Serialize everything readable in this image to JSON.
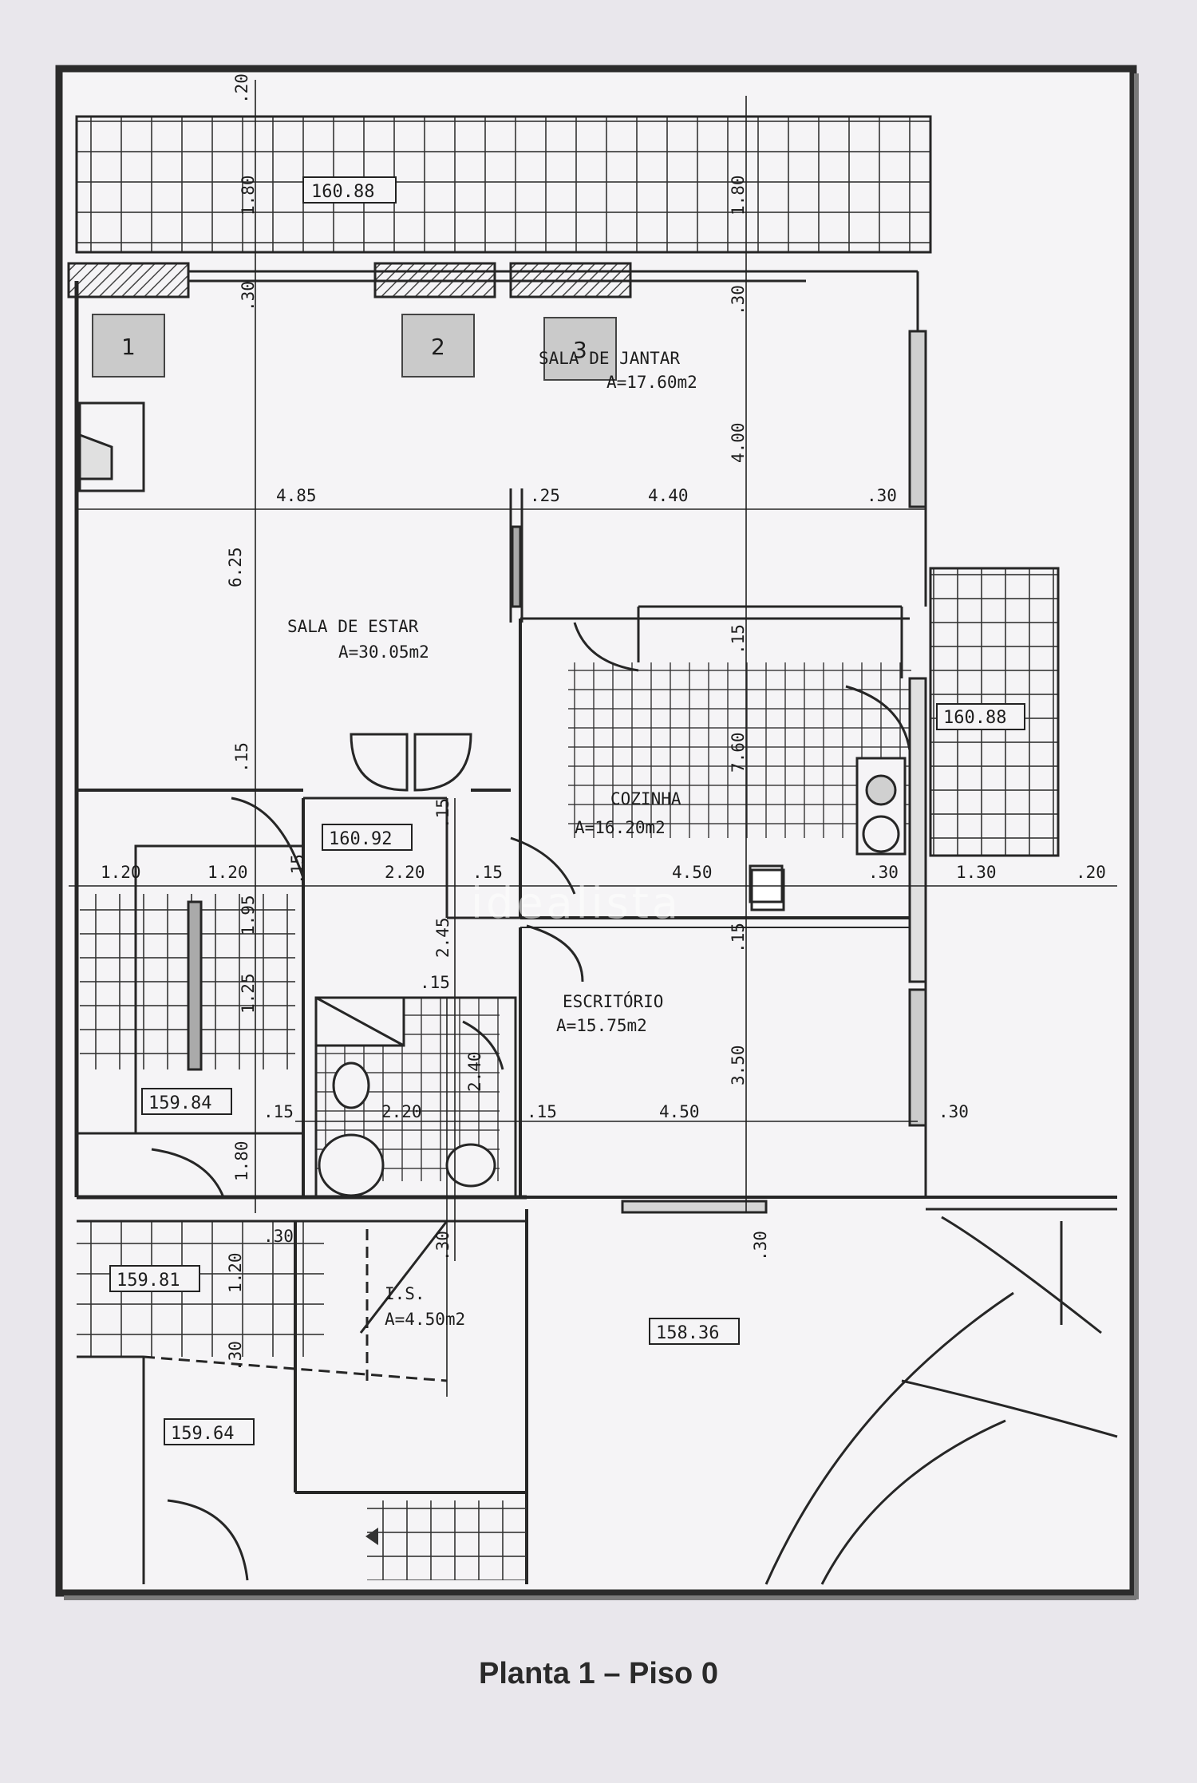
{
  "caption": "Planta 1 – Piso 0",
  "watermark": "idealista",
  "rooms": [
    {
      "key": "sala_jantar",
      "name": "SALA DE JANTAR",
      "area": "A=17.60m2"
    },
    {
      "key": "sala_estar",
      "name": "SALA DE ESTAR",
      "area": "A=30.05m2"
    },
    {
      "key": "cozinha",
      "name": "COZINHA",
      "area": "A=16.20m2"
    },
    {
      "key": "escritorio",
      "name": "ESCRITÓRIO",
      "area": "A=15.75m2"
    },
    {
      "key": "is",
      "name": "I.S.",
      "area": "A=4.50m2"
    }
  ],
  "levels": [
    "160.88",
    "160.88",
    "160.92",
    "159.84",
    "159.81",
    "159.64",
    "158.36"
  ],
  "numbers": [
    "1",
    "2",
    "3"
  ],
  "dimensions": [
    ".20",
    "1.80",
    "1.80",
    ".30",
    ".30",
    "4.00",
    "4.85",
    ".25",
    "4.40",
    ".30",
    "6.25",
    ".15",
    "7.60",
    ".15",
    ".15",
    "1.20",
    "1.20",
    ".15",
    "2.20",
    ".15",
    "4.50",
    ".30",
    "1.30",
    ".20",
    "1.95",
    "2.45",
    ".15",
    "1.25",
    ".15",
    "2.40",
    "3.50",
    ".15",
    "2.20",
    ".15",
    "4.50",
    ".30",
    "1.80",
    ".30",
    ".30",
    "1.20",
    ".30",
    ".30"
  ]
}
